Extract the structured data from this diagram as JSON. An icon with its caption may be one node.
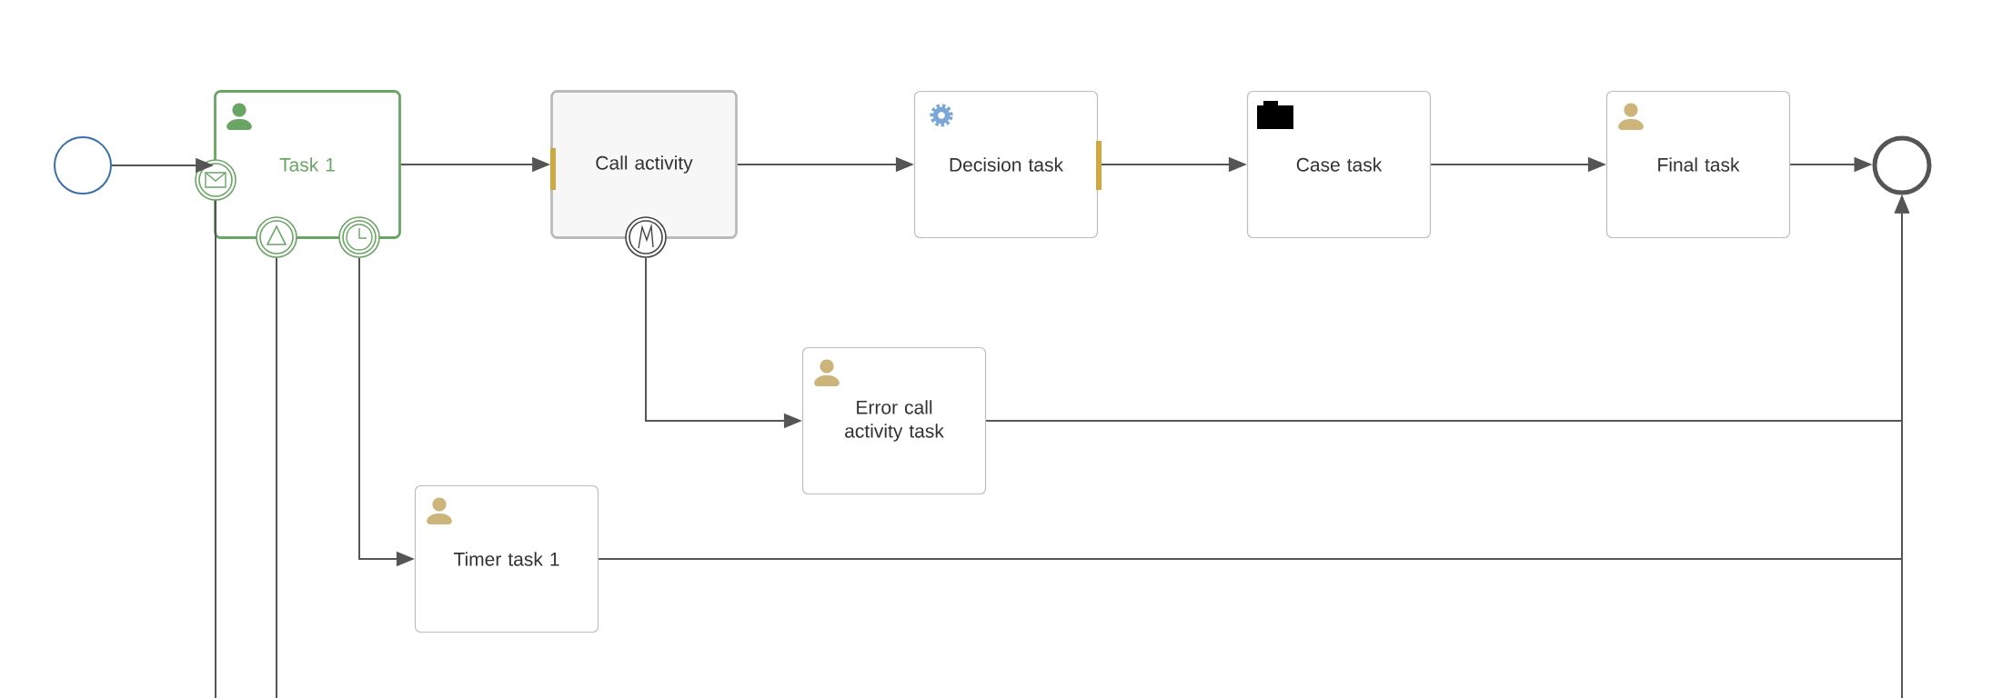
{
  "diagram": {
    "nodes": [
      {
        "text": [],
        "shape": "circle"
      },
      {
        "text": [
          "Task 1"
        ]
      },
      {
        "text": [],
        "shape": "circle"
      },
      {
        "text": [],
        "shape": "circle"
      },
      {
        "text": [],
        "shape": "circle"
      },
      {
        "text": [
          "Call activity"
        ]
      },
      {
        "text": [],
        "shape": "circle"
      },
      {
        "text": [
          "Decision task"
        ]
      },
      {
        "text": [
          "Case task"
        ]
      },
      {
        "text": [
          "Final task"
        ]
      },
      {
        "text": [],
        "shape": "circle"
      },
      {
        "text": [
          "Error call activity task"
        ]
      },
      {
        "text": [
          "Timer task 1"
        ]
      }
    ],
    "edges": [
      {
        "from": 0,
        "to": 1,
        "arrow": "to"
      },
      {
        "from": 1,
        "to": 5,
        "arrow": "to"
      },
      {
        "from": 5,
        "to": 7,
        "arrow": "to"
      },
      {
        "from": 7,
        "to": 8,
        "arrow": "to"
      },
      {
        "from": 8,
        "to": 9,
        "arrow": "to"
      },
      {
        "from": 9,
        "to": 10,
        "arrow": "to"
      },
      {
        "from": 6,
        "to": 11,
        "arrow": "to"
      },
      {
        "from": 4,
        "to": 12,
        "arrow": "to"
      },
      {
        "from": 11,
        "to": 10,
        "arrow": "to"
      },
      {
        "from": 12,
        "to": 10,
        "arrow": "to"
      },
      {
        "from": null,
        "to": 10,
        "arrow": "to"
      },
      {
        "from": 2,
        "to": null,
        "arrow": "none"
      },
      {
        "from": 3,
        "to": null,
        "arrow": "none"
      }
    ]
  }
}
